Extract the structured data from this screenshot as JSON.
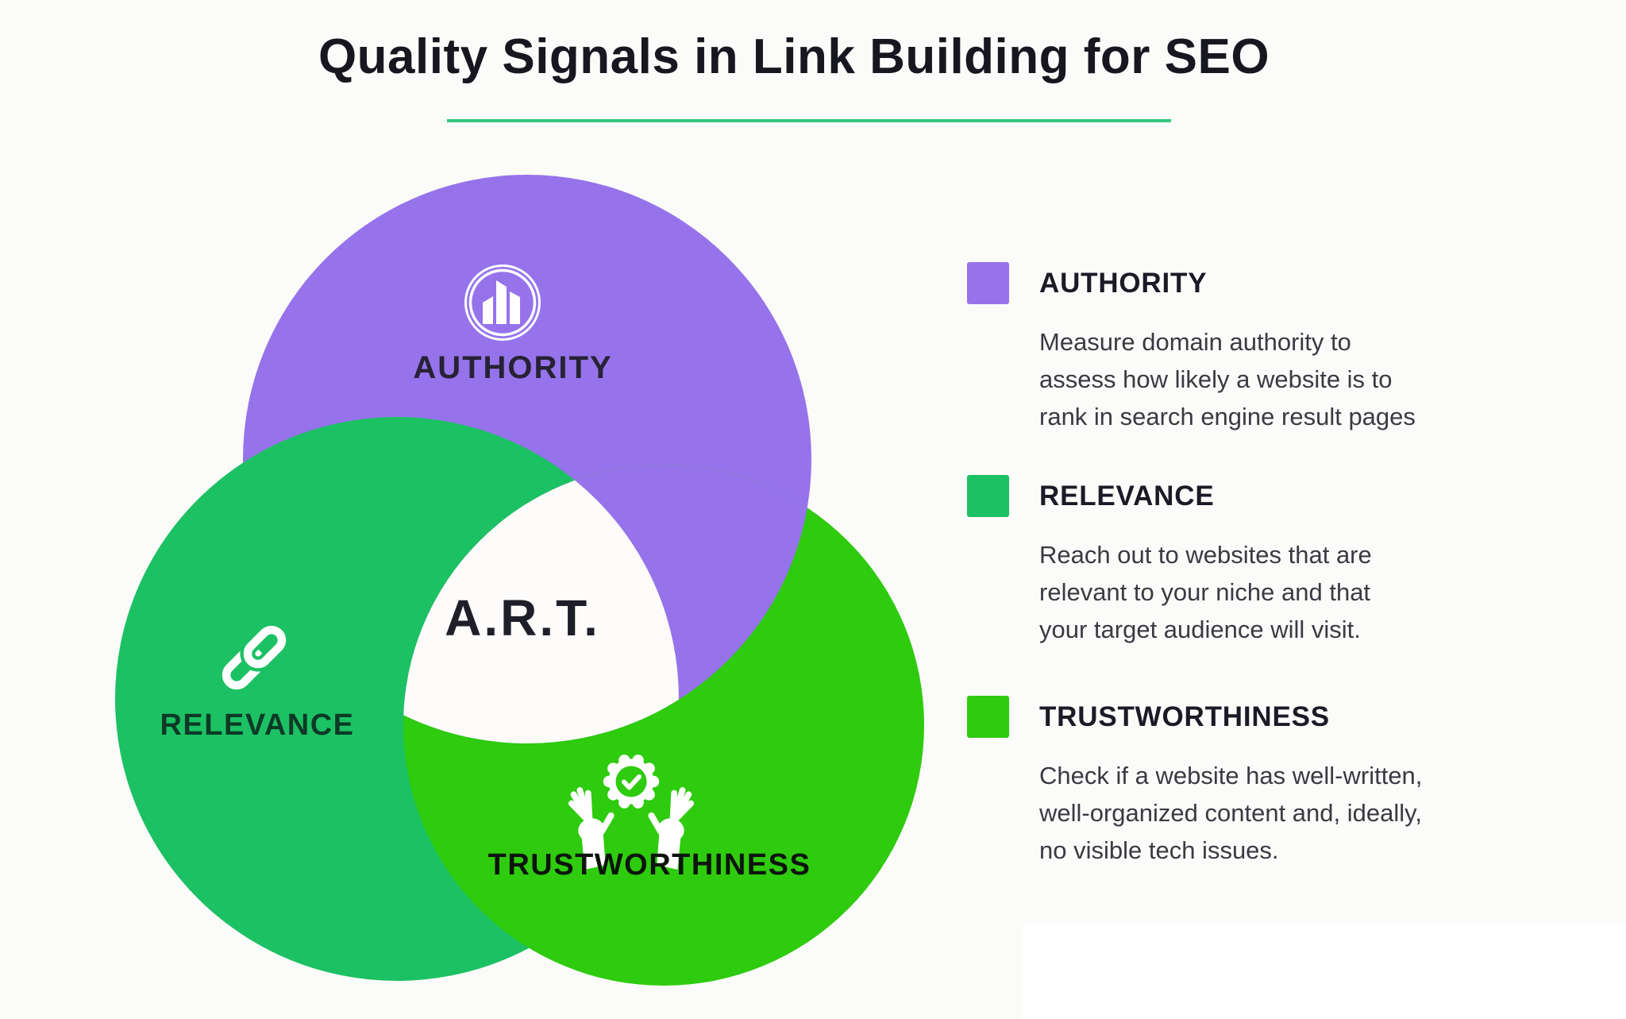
{
  "title": {
    "text": "Quality Signals in Link Building for SEO",
    "underline_color": "#35c87c"
  },
  "venn": {
    "center_label": "A.R.T.",
    "circles": [
      {
        "label": "AUTHORITY",
        "color": "#9673eb",
        "icon": "buildings-in-ring-icon"
      },
      {
        "label": "RELEVANCE",
        "color": "#1cc163",
        "icon": "chain-link-icon"
      },
      {
        "label": "TRUSTWORTHINESS",
        "color": "#2ecb0e",
        "icon": "hands-holding-check-badge-icon"
      }
    ]
  },
  "legend": {
    "items": [
      {
        "label": "AUTHORITY",
        "color": "#9673eb",
        "lines": [
          "Measure domain authority to",
          "assess how likely a website is to",
          "rank in search engine result pages"
        ]
      },
      {
        "label": "RELEVANCE",
        "color": "#1cc163",
        "lines": [
          "Reach out to websites that are",
          "relevant to your niche and that",
          "your target audience will visit."
        ]
      },
      {
        "label": "TRUSTWORTHINESS",
        "color": "#2ecb0e",
        "lines": [
          "Check if a website has well-written,",
          "well-organized content and, ideally,",
          "no visible tech issues."
        ]
      }
    ]
  }
}
